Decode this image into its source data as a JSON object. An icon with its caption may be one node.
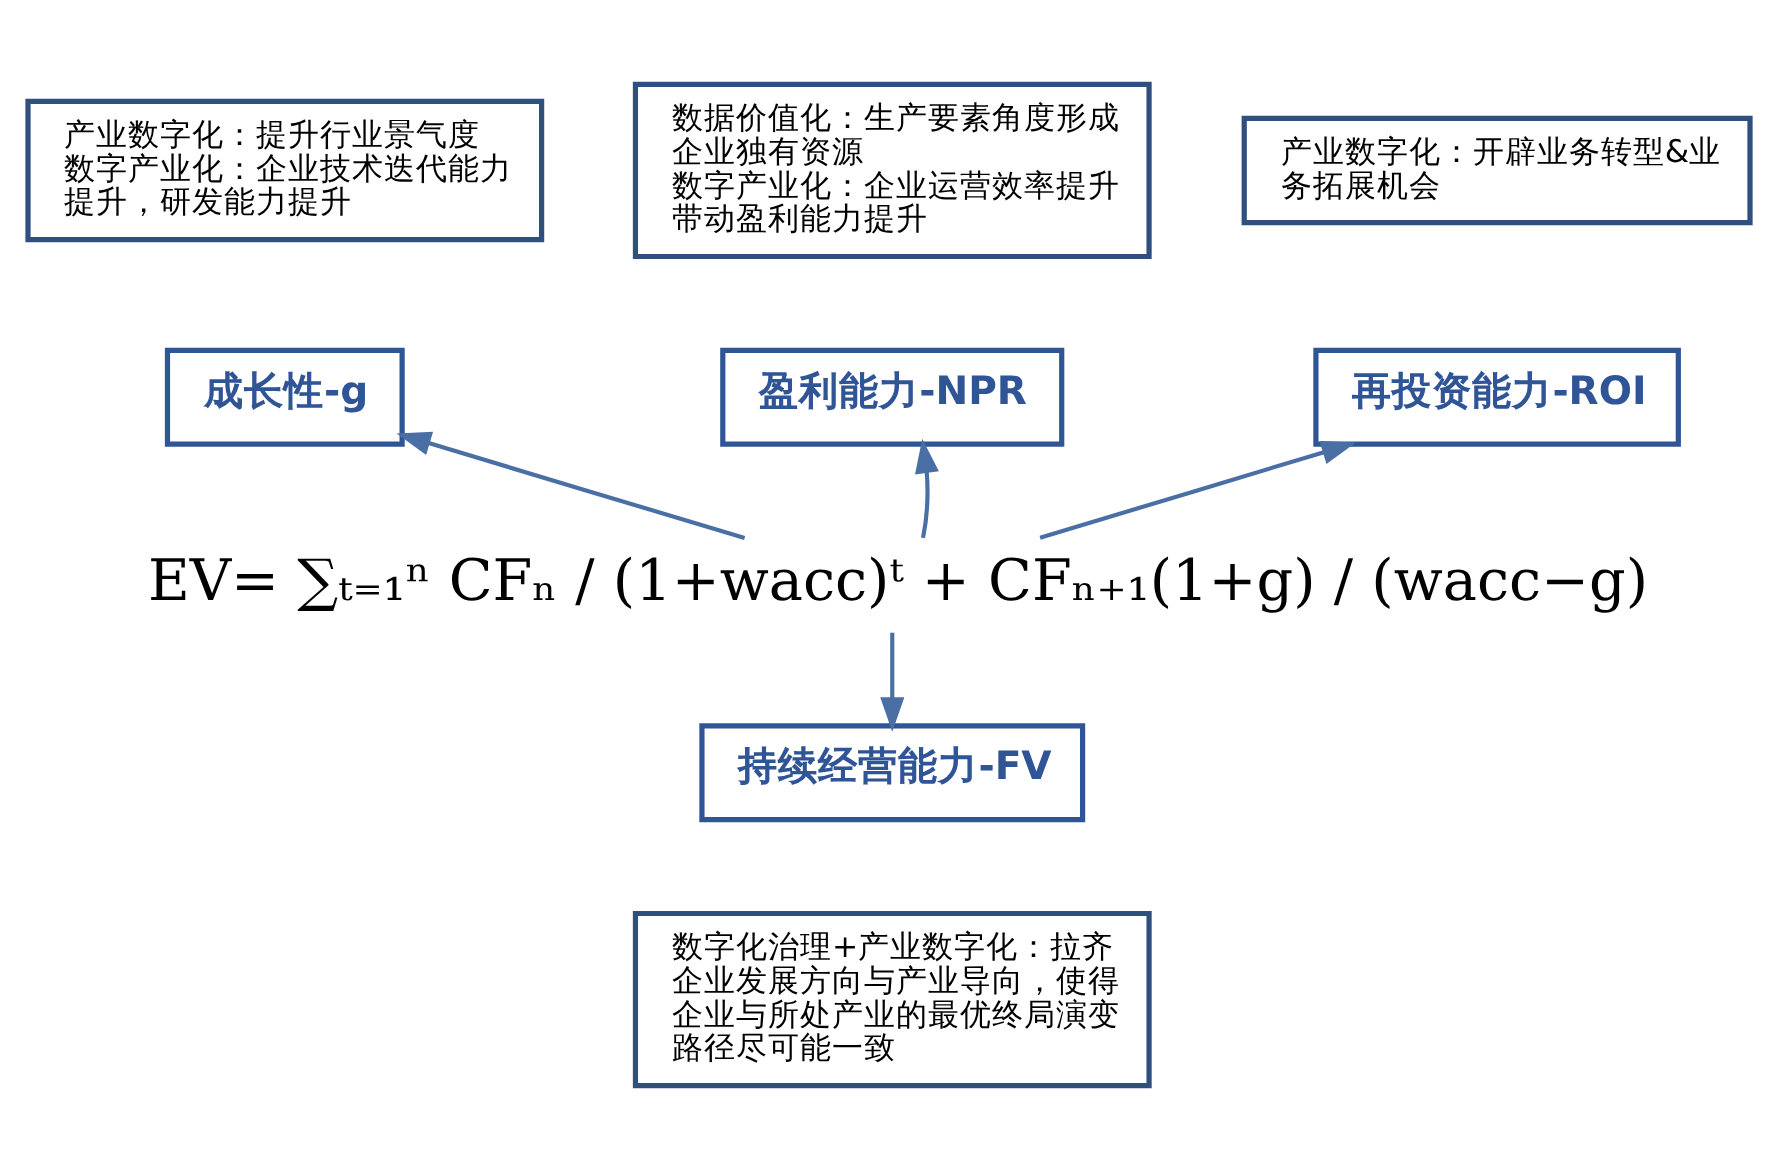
{
  "diagram": {
    "nodes": [
      {
        "text": [
          "产业数字化：提升行业景气度",
          "数字产业化：企业技术迭代能力提升，研发能力提升"
        ]
      },
      {
        "text": [
          "数据价值化：生产要素角度形成企业独有资源",
          "数字产业化：企业运营效率提升带动盈利能力提升"
        ]
      },
      {
        "text": [
          "产业数字化：开辟业务转型&业务拓展机会"
        ]
      },
      {
        "text": [
          "成长性-g"
        ]
      },
      {
        "text": [
          "盈利能力-NPR"
        ]
      },
      {
        "text": [
          "再投资能力-ROI"
        ]
      },
      {
        "text": [
          "EV= ∑ₜ₌₁ⁿ CFₙ / (1+wacc)ᵗ + CFₙ₊₁(1+g) / (wacc−g)"
        ]
      },
      {
        "text": [
          "持续经营能力-FV"
        ]
      },
      {
        "text": [
          "数字化治理+产业数字化：拉齐企业发展方向与产业导向，使得企业与所处产业的最优终局演变路径尽可能一致"
        ]
      }
    ],
    "edges": [
      {
        "from": 6,
        "to": 3,
        "arrow": "to"
      },
      {
        "from": 6,
        "to": 4,
        "arrow": "to"
      },
      {
        "from": 6,
        "to": 5,
        "arrow": "to"
      },
      {
        "from": 6,
        "to": 7,
        "arrow": "to"
      }
    ]
  }
}
